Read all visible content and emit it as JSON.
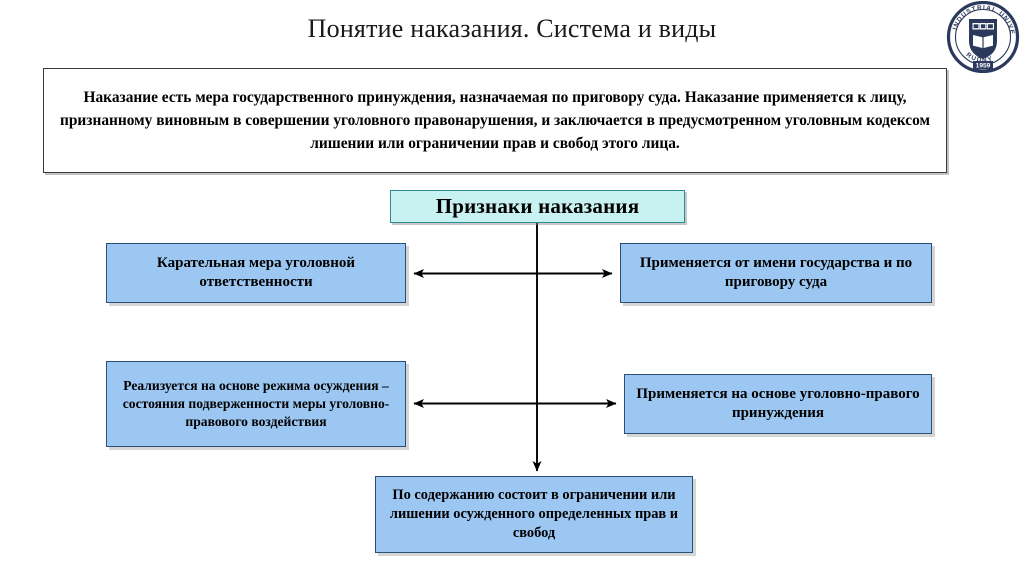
{
  "page": {
    "title": "Понятие наказания. Система и виды",
    "background_color": "#ffffff"
  },
  "logo": {
    "name": "rudny-industrial-university-seal",
    "outer_text_top": "INDUSTRIAL UNIVERSITY",
    "outer_text_bottom": "RUDNY",
    "year": "1959",
    "color": "#2b3a5c"
  },
  "definition": {
    "text": "Наказание есть мера государственного принуждения, назначаемая по приговору суда. Наказание применяется к лицу, признанному виновным в совершении уголовного правонарушения, и заключается в предусмотренном уголовным кодексом лишении или ограничении прав и свобод этого лица.",
    "fill_color": "#ffffff",
    "border_color": "#3a3a3a"
  },
  "diagram": {
    "header": {
      "label": "Признаки наказания",
      "fill_color": "#c8f2f1",
      "border_color": "#2e8b96"
    },
    "node_fill_color": "#9cc7f2",
    "node_border_color": "#2c4f74",
    "nodes": [
      {
        "id": "left-1",
        "label": "Карательная мера уголовной ответственности"
      },
      {
        "id": "right-1",
        "label": "Применяется от имени государства и по приговору суда"
      },
      {
        "id": "left-2",
        "label": "Реализуется на основе режима осуждения – состояния подверженности меры уголовно-правового воздействия"
      },
      {
        "id": "right-2",
        "label": "Применяется на основе уголовно-правого принуждения"
      },
      {
        "id": "bottom",
        "label": "По содержанию состоит в ограничении или лишении осужденного определенных прав и свобод"
      }
    ],
    "connectors": [
      {
        "name": "trunk-vertical",
        "from": "header",
        "to": "bottom",
        "style": "arrow-down"
      },
      {
        "name": "row-1-horizontal",
        "from": "left-1",
        "to": "right-1",
        "style": "double-arrow"
      },
      {
        "name": "row-2-horizontal",
        "from": "left-2",
        "to": "right-2",
        "style": "double-arrow"
      }
    ],
    "connector_color": "#000000"
  }
}
